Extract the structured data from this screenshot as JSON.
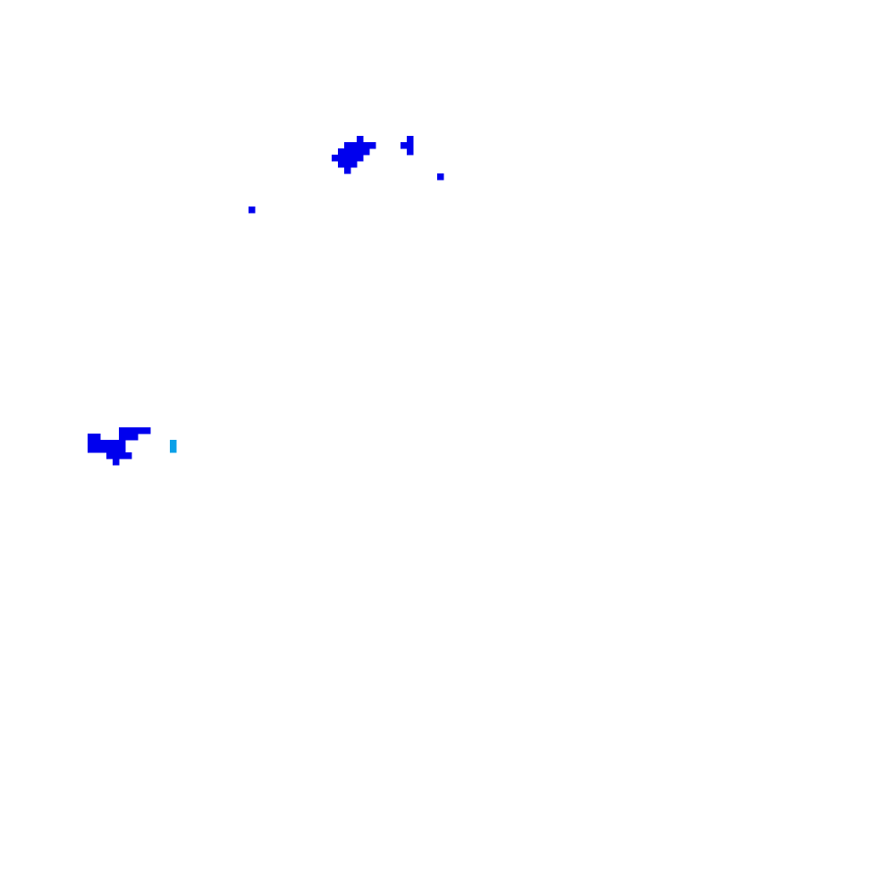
{
  "background_color": "#ffffff",
  "palette": {
    "primary": "#0000ee",
    "secondary": "#0aa0e8"
  },
  "regions": [
    {
      "id": "upper-cluster",
      "color_key": "primary",
      "cell_count": 20
    },
    {
      "id": "upper-small-cluster",
      "color_key": "primary",
      "cell_count": 4
    },
    {
      "id": "upper-right-dot",
      "color_key": "primary",
      "cell_count": 1
    },
    {
      "id": "upper-left-dot",
      "color_key": "primary",
      "cell_count": 1
    },
    {
      "id": "lower-cluster",
      "color_key": "primary",
      "cell_count": 19
    },
    {
      "id": "lower-accent-mark",
      "color_key": "secondary",
      "cell_count": 2
    }
  ]
}
